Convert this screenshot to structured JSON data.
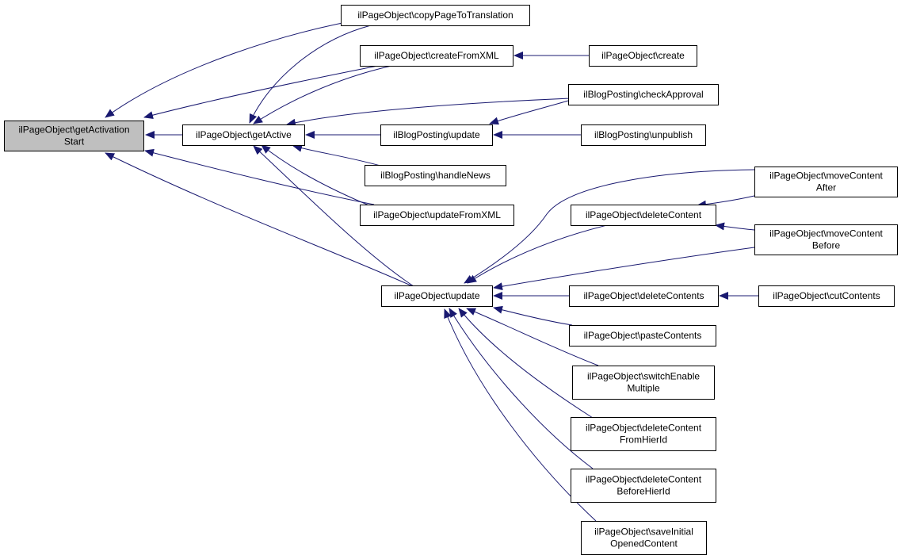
{
  "graph": {
    "colors": {
      "edge": "#191970",
      "focus_fill": "#bfbfbf",
      "node_fill": "#ffffff",
      "border": "#000000"
    },
    "nodes": {
      "getActivationStart": {
        "lines": [
          "ilPageObject\\getActivation",
          "Start"
        ]
      },
      "getActive": {
        "lines": [
          "ilPageObject\\getActive"
        ]
      },
      "copyPageToTranslation": {
        "lines": [
          "ilPageObject\\copyPageToTranslation"
        ]
      },
      "createFromXML": {
        "lines": [
          "ilPageObject\\createFromXML"
        ]
      },
      "create": {
        "lines": [
          "ilPageObject\\create"
        ]
      },
      "checkApproval": {
        "lines": [
          "ilBlogPosting\\checkApproval"
        ]
      },
      "blogUpdate": {
        "lines": [
          "ilBlogPosting\\update"
        ]
      },
      "unpublish": {
        "lines": [
          "ilBlogPosting\\unpublish"
        ]
      },
      "handleNews": {
        "lines": [
          "ilBlogPosting\\handleNews"
        ]
      },
      "updateFromXML": {
        "lines": [
          "ilPageObject\\updateFromXML"
        ]
      },
      "moveContentAfter": {
        "lines": [
          "ilPageObject\\moveContent",
          "After"
        ]
      },
      "deleteContent": {
        "lines": [
          "ilPageObject\\deleteContent"
        ]
      },
      "moveContentBefore": {
        "lines": [
          "ilPageObject\\moveContent",
          "Before"
        ]
      },
      "update": {
        "lines": [
          "ilPageObject\\update"
        ]
      },
      "deleteContents": {
        "lines": [
          "ilPageObject\\deleteContents"
        ]
      },
      "cutContents": {
        "lines": [
          "ilPageObject\\cutContents"
        ]
      },
      "pasteContents": {
        "lines": [
          "ilPageObject\\pasteContents"
        ]
      },
      "switchEnableMultiple": {
        "lines": [
          "ilPageObject\\switchEnable",
          "Multiple"
        ]
      },
      "deleteContentFromHierId": {
        "lines": [
          "ilPageObject\\deleteContent",
          "FromHierId"
        ]
      },
      "deleteContentBeforeHierId": {
        "lines": [
          "ilPageObject\\deleteContent",
          "BeforeHierId"
        ]
      },
      "saveInitialOpenedContent": {
        "lines": [
          "ilPageObject\\saveInitial",
          "OpenedContent"
        ]
      }
    },
    "edges": [
      {
        "from": "getActive",
        "to": "getActivationStart"
      },
      {
        "from": "copyPageToTranslation",
        "to": "getActivationStart"
      },
      {
        "from": "createFromXML",
        "to": "getActivationStart"
      },
      {
        "from": "updateFromXML",
        "to": "getActivationStart"
      },
      {
        "from": "update",
        "to": "getActivationStart"
      },
      {
        "from": "copyPageToTranslation",
        "to": "getActive"
      },
      {
        "from": "createFromXML",
        "to": "getActive"
      },
      {
        "from": "checkApproval",
        "to": "getActive"
      },
      {
        "from": "blogUpdate",
        "to": "getActive"
      },
      {
        "from": "handleNews",
        "to": "getActive"
      },
      {
        "from": "updateFromXML",
        "to": "getActive"
      },
      {
        "from": "update",
        "to": "getActive"
      },
      {
        "from": "create",
        "to": "createFromXML"
      },
      {
        "from": "checkApproval",
        "to": "blogUpdate"
      },
      {
        "from": "unpublish",
        "to": "blogUpdate"
      },
      {
        "from": "moveContentAfter",
        "to": "update"
      },
      {
        "from": "deleteContent",
        "to": "update"
      },
      {
        "from": "moveContentBefore",
        "to": "update"
      },
      {
        "from": "deleteContents",
        "to": "update"
      },
      {
        "from": "pasteContents",
        "to": "update"
      },
      {
        "from": "switchEnableMultiple",
        "to": "update"
      },
      {
        "from": "deleteContentFromHierId",
        "to": "update"
      },
      {
        "from": "deleteContentBeforeHierId",
        "to": "update"
      },
      {
        "from": "saveInitialOpenedContent",
        "to": "update"
      },
      {
        "from": "moveContentAfter",
        "to": "deleteContent"
      },
      {
        "from": "moveContentBefore",
        "to": "deleteContent"
      },
      {
        "from": "cutContents",
        "to": "deleteContents"
      }
    ]
  }
}
